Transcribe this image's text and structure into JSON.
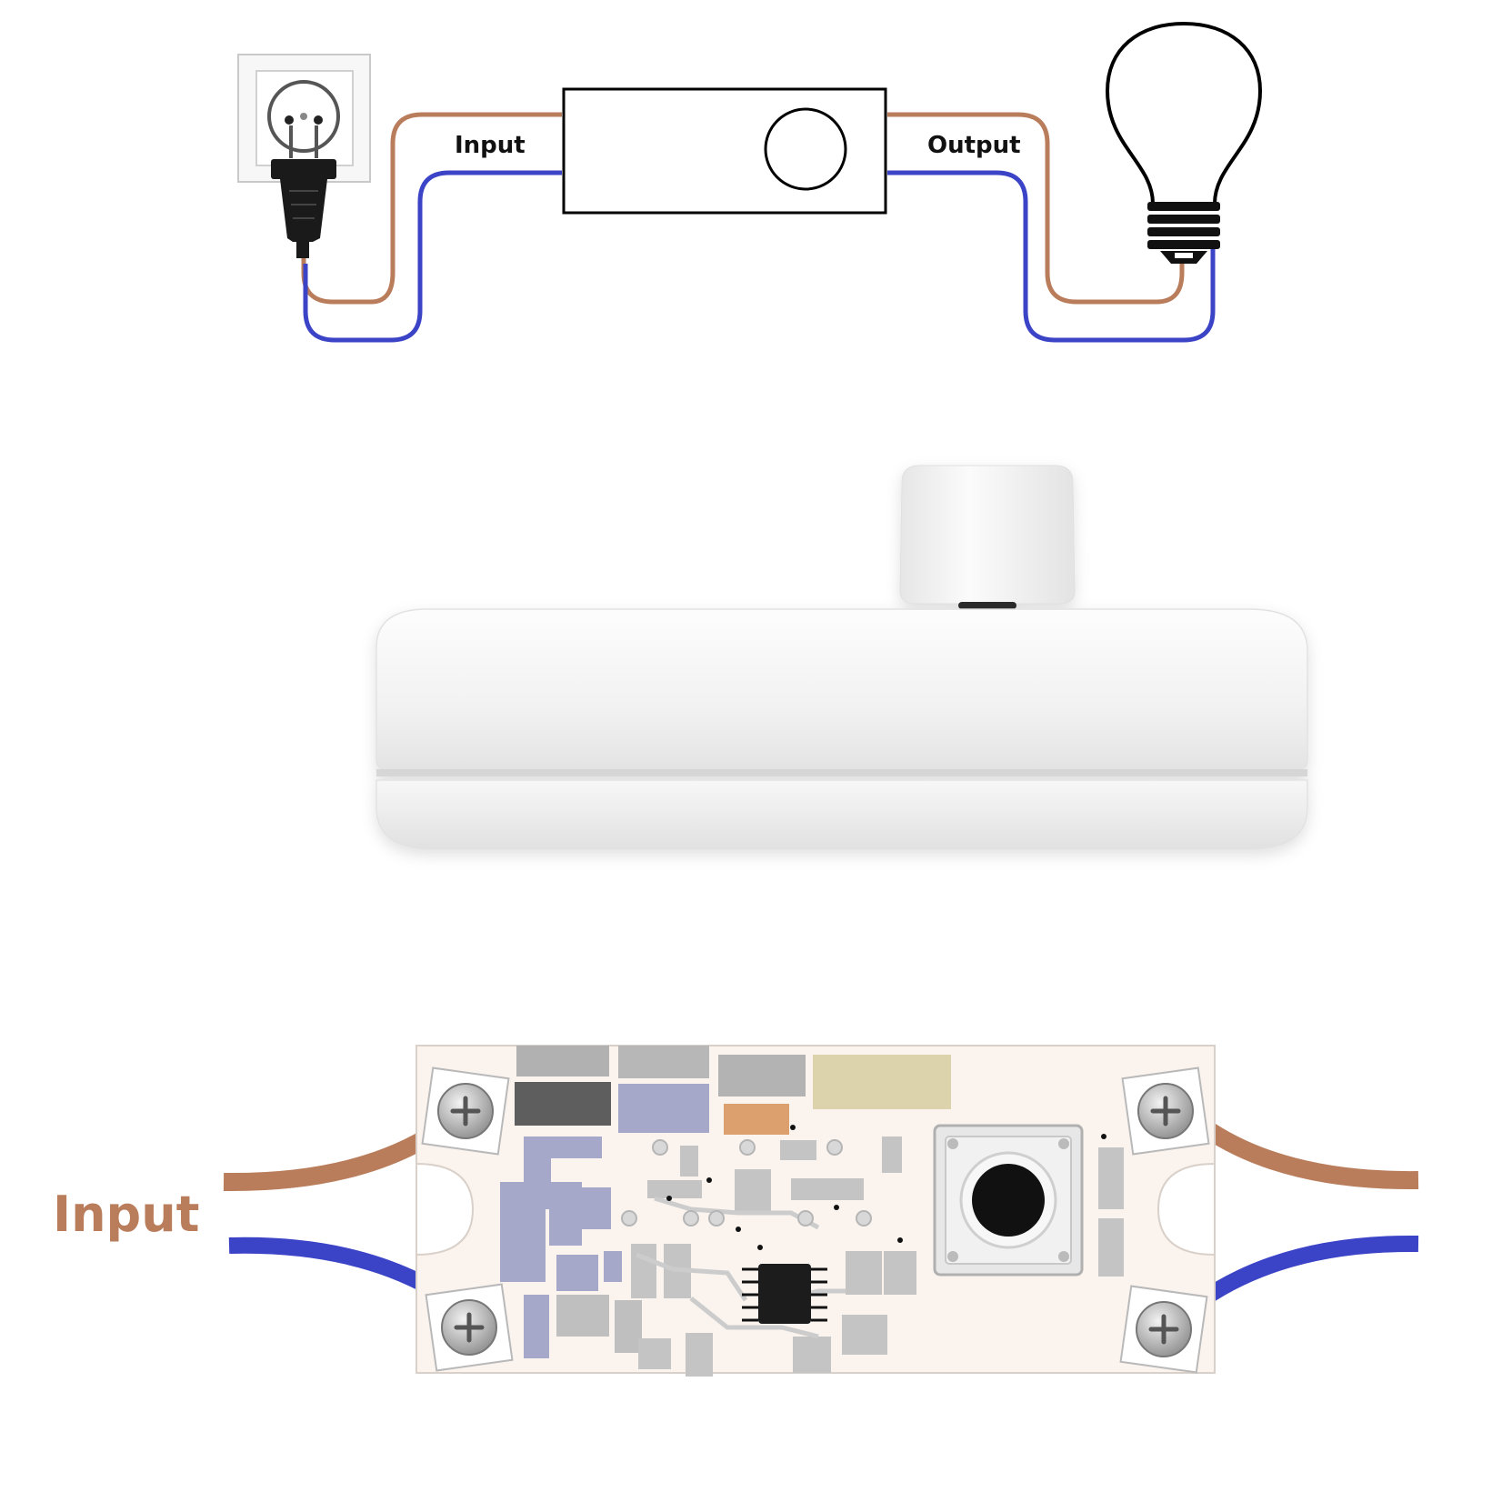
{
  "wiring_diagram": {
    "input_label": "Input",
    "output_label": "Output"
  },
  "pcb_view": {
    "input_label": "Input"
  },
  "colors": {
    "live_wire": "#b97d5c",
    "neutral_wire": "#3b43c6",
    "line": "#000000",
    "pcb_board": "#faf3ee",
    "pcb_label": "#b97d5c"
  },
  "icons": [
    "wall-socket-icon",
    "plug-icon",
    "dimmer-box-icon",
    "knob-icon",
    "light-bulb-icon",
    "screw-terminal-icon",
    "push-button-icon",
    "ic-chip-icon"
  ]
}
